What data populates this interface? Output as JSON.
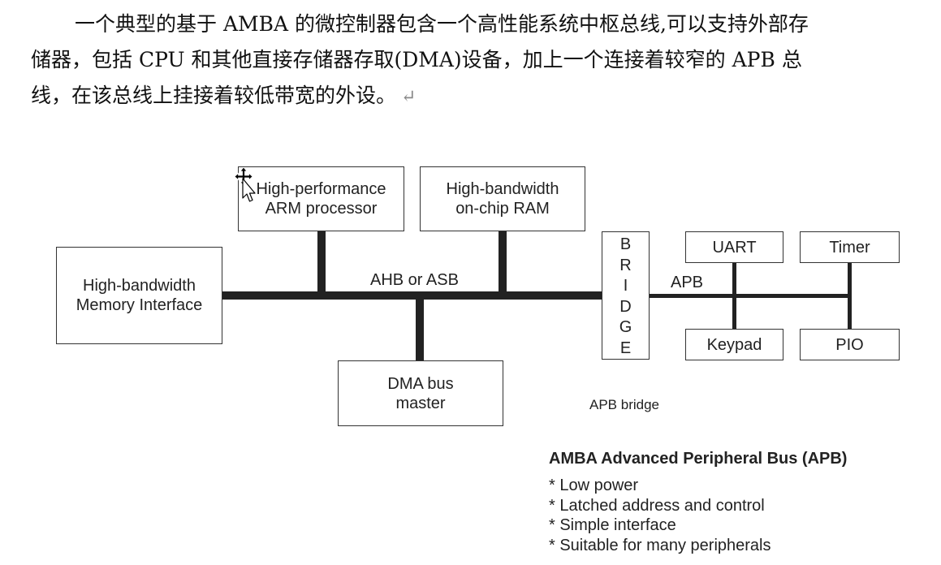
{
  "paragraph": {
    "line1": "一个典型的基于 AMBA 的微控制器包含一个高性能系统中枢总线,可以支持外部存",
    "line2": "储器，包括 CPU 和其他直接存储器存取(DMA)设备，加上一个连接着较窄的 APB 总",
    "line3": "线，在该总线上挂接着较低带宽的外设。",
    "return_mark": "↵"
  },
  "diagram": {
    "memory_interface": [
      "High-bandwidth",
      "Memory Interface"
    ],
    "arm_processor": [
      "High-performance",
      "ARM processor"
    ],
    "onchip_ram": [
      "High-bandwidth",
      "on-chip RAM"
    ],
    "dma_master": [
      "DMA bus",
      "master"
    ],
    "ahb_label": "AHB or ASB",
    "bridge_letters": [
      "B",
      "R",
      "I",
      "D",
      "G",
      "E"
    ],
    "apb_label": "APB",
    "uart": "UART",
    "timer": "Timer",
    "keypad": "Keypad",
    "pio": "PIO",
    "apb_bridge_caption": "APB bridge"
  },
  "features": {
    "title": "AMBA Advanced Peripheral Bus (APB)",
    "items": [
      "* Low power",
      "* Latched address and control",
      "* Simple interface",
      "* Suitable for many peripherals"
    ]
  }
}
